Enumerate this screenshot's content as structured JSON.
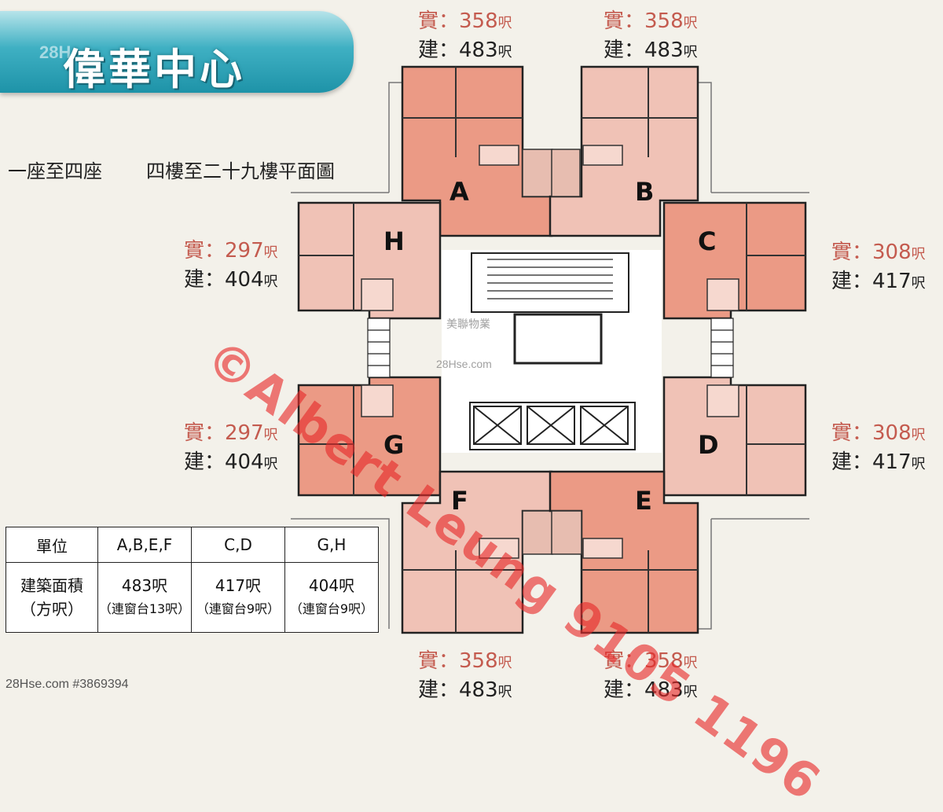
{
  "header": {
    "title": "偉華中心",
    "watermark": "28H"
  },
  "subtitle": {
    "blocks": "一座至四座",
    "floors": "四樓至二十九樓平面圖"
  },
  "units": {
    "A": {
      "letter": "A",
      "net": "358",
      "gross": "483"
    },
    "B": {
      "letter": "B",
      "net": "358",
      "gross": "483"
    },
    "C": {
      "letter": "C",
      "net": "308",
      "gross": "417"
    },
    "D": {
      "letter": "D",
      "net": "308",
      "gross": "417"
    },
    "E": {
      "letter": "E",
      "net": "358",
      "gross": "483"
    },
    "F": {
      "letter": "F",
      "net": "358",
      "gross": "483"
    },
    "G": {
      "letter": "G",
      "net": "297",
      "gross": "404"
    },
    "H": {
      "letter": "H",
      "net": "297",
      "gross": "404"
    }
  },
  "labels": {
    "net_prefix": "實：",
    "gross_prefix": "建：",
    "unit_suffix": "呎"
  },
  "table": {
    "headers": [
      "單位",
      "A,B,E,F",
      "C,D",
      "G,H"
    ],
    "row_label": [
      "建築面積",
      "（方呎）"
    ],
    "cells": [
      {
        "area": "483呎",
        "note": "（連窗台13呎）"
      },
      {
        "area": "417呎",
        "note": "（連窗台9呎）"
      },
      {
        "area": "404呎",
        "note": "（連窗台9呎）"
      }
    ]
  },
  "watermark": {
    "diagonal": "©Albert Leung 9105 1196",
    "center": "美聯物業",
    "center2": "28Hse.com"
  },
  "footer": {
    "listing_id": "28Hse.com #3869394"
  },
  "colors": {
    "unit_dark": "#eb9a85",
    "unit_light": "#f0c2b6",
    "core": "#ffffff",
    "banner": "#2aa6bb",
    "net_text": "#c45b4f"
  }
}
